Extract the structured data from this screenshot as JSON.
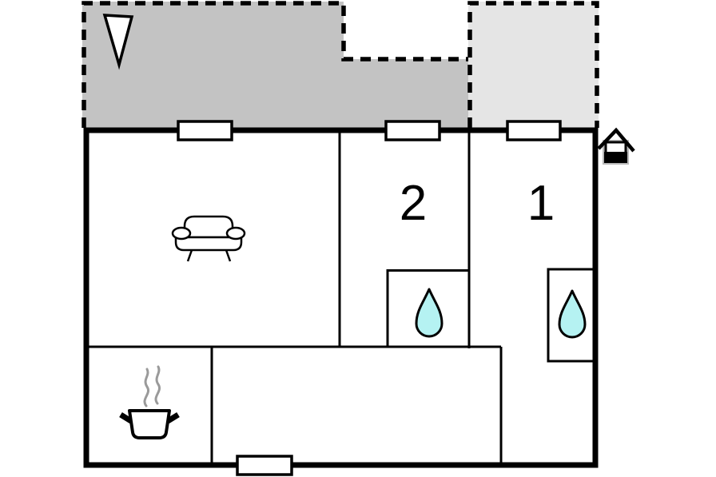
{
  "plan": {
    "type": "floor-plan",
    "rooms": [
      {
        "id": "room-1",
        "label": "1",
        "feature": "water-drop"
      },
      {
        "id": "room-2",
        "label": "2",
        "feature": "water-drop"
      }
    ],
    "icons": [
      "north-arrow-icon",
      "sofa-icon",
      "cooking-pot-icon",
      "water-drop-icon",
      "water-drop-icon",
      "entrance-house-icon"
    ],
    "colors": {
      "wall": "#000000",
      "terrace_dark": "#c3c3c3",
      "terrace_light": "#e5e5e5",
      "water_drop": "#b5f2f2",
      "steam": "#9a9a9a",
      "entrance_backing": "#b9b9b9",
      "background": "#ffffff"
    }
  }
}
